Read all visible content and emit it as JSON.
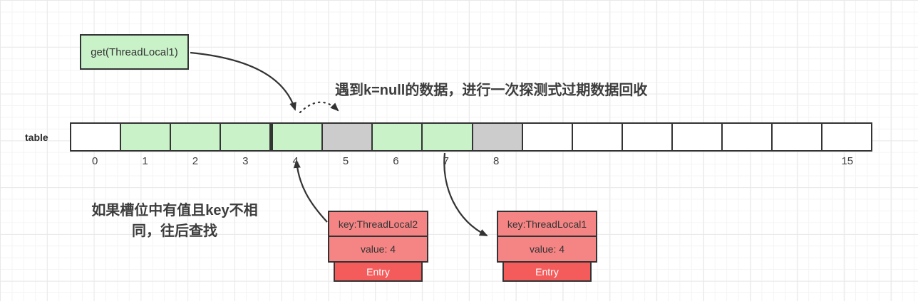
{
  "get_box": {
    "label": "get(ThreadLocal1)"
  },
  "top_note": "遇到k=null的数据，进行一次探测式过期数据回收",
  "left_note": {
    "line1": "如果槽位中有值且key不相",
    "line2": "同，往后查找"
  },
  "table": {
    "label": "table",
    "slots": [
      {
        "index": "0",
        "state": "empty"
      },
      {
        "index": "1",
        "state": "occupied"
      },
      {
        "index": "2",
        "state": "occupied"
      },
      {
        "index": "3",
        "state": "occupied"
      },
      {
        "index": "4",
        "state": "occupied"
      },
      {
        "index": "5",
        "state": "stale"
      },
      {
        "index": "6",
        "state": "occupied"
      },
      {
        "index": "7",
        "state": "occupied"
      },
      {
        "index": "8",
        "state": "stale"
      },
      {
        "index": "",
        "state": "empty"
      },
      {
        "index": "",
        "state": "empty"
      },
      {
        "index": "",
        "state": "empty"
      },
      {
        "index": "",
        "state": "empty"
      },
      {
        "index": "",
        "state": "empty"
      },
      {
        "index": "",
        "state": "empty"
      },
      {
        "index": "15",
        "state": "empty"
      }
    ]
  },
  "entries": [
    {
      "key": "key:ThreadLocal2",
      "value": "value: 4",
      "tag": "Entry"
    },
    {
      "key": "key:ThreadLocal1",
      "value": "value: 4",
      "tag": "Entry"
    }
  ],
  "colors": {
    "slot_occupied": "#c9f2c9",
    "slot_stale": "#cccccc",
    "slot_empty": "#ffffff",
    "entry_light": "#f58585",
    "entry_dark": "#f45c5c",
    "border": "#333333",
    "note_text": "#3d3d3d"
  }
}
